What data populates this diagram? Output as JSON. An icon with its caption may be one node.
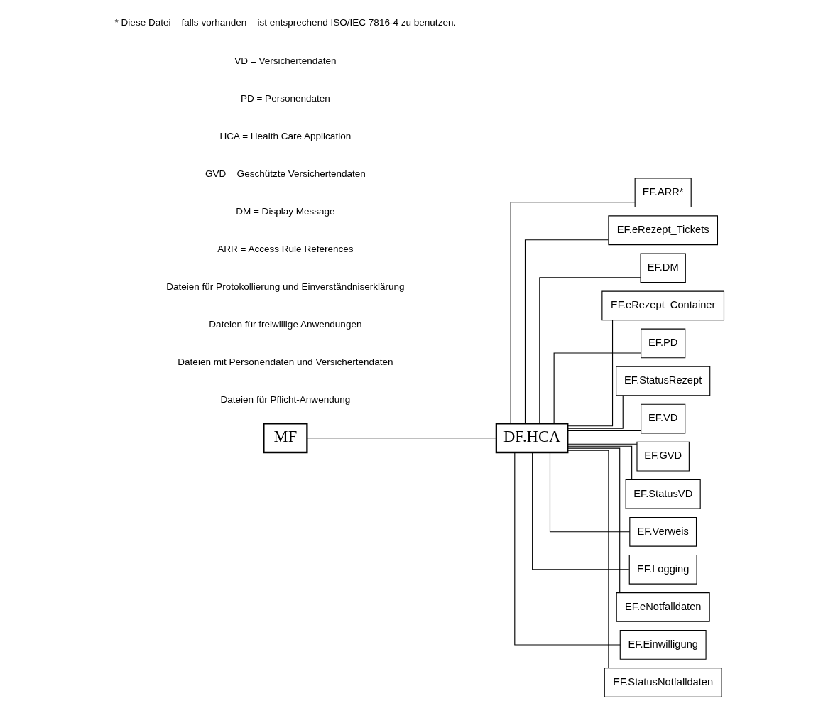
{
  "diagram": {
    "nodes": [
      {
        "text": [
          "MF"
        ]
      },
      {
        "text": [
          "DF.HCA"
        ]
      },
      {
        "text": [
          "EF.ARR*"
        ]
      },
      {
        "text": [
          "EF.eRezept_Tickets"
        ]
      },
      {
        "text": [
          "EF.DM"
        ]
      },
      {
        "text": [
          "EF.eRezept_Container"
        ]
      },
      {
        "text": [
          "EF.PD"
        ]
      },
      {
        "text": [
          "EF.StatusRezept"
        ]
      },
      {
        "text": [
          "EF.VD"
        ]
      },
      {
        "text": [
          "EF.GVD"
        ]
      },
      {
        "text": [
          "EF.StatusVD"
        ]
      },
      {
        "text": [
          "EF.Verweis"
        ]
      },
      {
        "text": [
          "EF.Logging"
        ]
      },
      {
        "text": [
          "EF.eNotfalldaten"
        ]
      },
      {
        "text": [
          "EF.Einwilligung"
        ]
      },
      {
        "text": [
          "EF.StatusNotfalldaten"
        ]
      }
    ],
    "edges": [
      {
        "from": 0,
        "to": 1,
        "arrow": "none"
      },
      {
        "from": 1,
        "to": 2,
        "arrow": "none"
      },
      {
        "from": 1,
        "to": 3,
        "arrow": "none"
      },
      {
        "from": 1,
        "to": 4,
        "arrow": "none"
      },
      {
        "from": 1,
        "to": 5,
        "arrow": "none"
      },
      {
        "from": 1,
        "to": 6,
        "arrow": "none"
      },
      {
        "from": 1,
        "to": 7,
        "arrow": "none"
      },
      {
        "from": 1,
        "to": 8,
        "arrow": "none"
      },
      {
        "from": 1,
        "to": 9,
        "arrow": "none"
      },
      {
        "from": 1,
        "to": 10,
        "arrow": "none"
      },
      {
        "from": 1,
        "to": 11,
        "arrow": "none"
      },
      {
        "from": 1,
        "to": 12,
        "arrow": "none"
      },
      {
        "from": 1,
        "to": 13,
        "arrow": "none"
      },
      {
        "from": 1,
        "to": 14,
        "arrow": "none"
      },
      {
        "from": 1,
        "to": 15,
        "arrow": "none"
      }
    ],
    "labels": [
      "Dateien für Pflicht-Anwendung",
      "Dateien mit Personendaten und Versichertendaten",
      "Dateien für freiwillige Anwendungen",
      "Dateien für Protokollierung und Einverständniserklärung",
      "ARR = Access Rule References",
      "DM = Display Message",
      "GVD = Geschützte Versichertendaten",
      "HCA = Health Care Application",
      "PD = Personendaten",
      "VD = Versichertendaten",
      "* Diese Datei – falls vorhanden – ist entsprechend ISO/IEC 7816-4 zu benutzen."
    ]
  }
}
